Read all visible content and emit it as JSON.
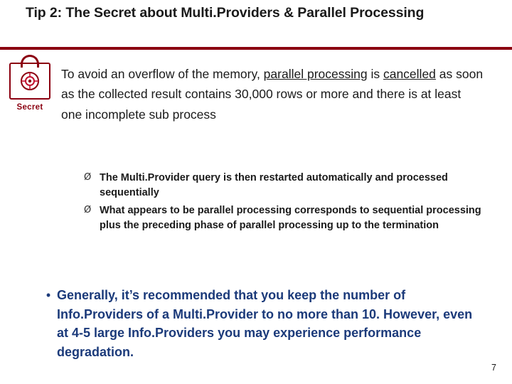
{
  "slide": {
    "title": "Tip 2: The Secret about Multi.Providers & Parallel Processing",
    "page_number": "7",
    "accent_color": "#8b0010",
    "final_text_color": "#1b3a7a",
    "stamp": {
      "label": "Secret",
      "icon": "padlock-icon"
    },
    "paragraph": {
      "part1": "To avoid an overflow of the memory, ",
      "underline1": "parallel processing",
      "part2": " is ",
      "underline2": "cancelled",
      "part3": " as soon as the collected result contains 30,000 rows or more and there is at least one incomplete sub process"
    },
    "sub_bullets": [
      {
        "marker": "Ø",
        "text": "The Multi.Provider query is then restarted automatically and processed sequentially"
      },
      {
        "marker": "Ø",
        "text": "What appears to be parallel processing corresponds to sequential processing plus the preceding phase of parallel processing up to the termination"
      }
    ],
    "final_bullet": {
      "marker": "•",
      "text": "Generally, it’s recommended that you keep the number of Info.Providers of a Multi.Provider to no more than 10. However, even at 4-5 large Info.Providers you may experience performance degradation."
    }
  }
}
